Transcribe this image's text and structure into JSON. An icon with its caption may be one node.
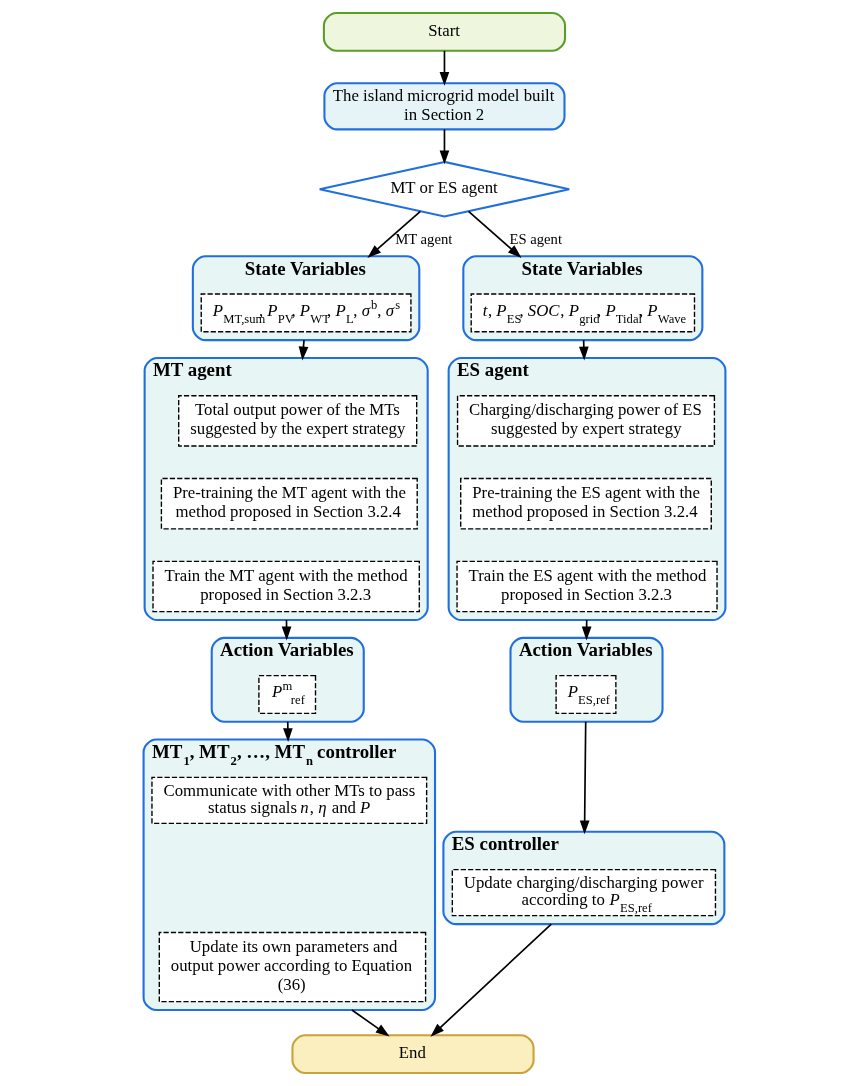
{
  "diagram": {
    "nodes": [
      {
        "text": [
          "Start"
        ]
      },
      {
        "text": [
          "The island microgrid model built in Section 2"
        ]
      },
      {
        "text": [
          "MT or ES agent"
        ]
      },
      {
        "text": [
          "State Variables"
        ]
      },
      {
        "text": [
          "*P*$_{MT,sum}$, *P*$_{PV}$, *P*$_{WT}$, *P*$_{L}$, *σ*$^{b}$, *σ*$^{s}$"
        ],
        "in": 3
      },
      {
        "text": [
          "State Variables"
        ]
      },
      {
        "text": [
          "*t*, *P*$_{ES}$, *SOC*, *P*$_{grid}$, *P*$_{Tidal}$, *P*$_{Wave}$"
        ],
        "in": 5
      },
      {
        "text": [
          "MT agent"
        ]
      },
      {
        "text": [
          "Total output power of the MTs suggested by the expert strategy"
        ],
        "in": 7
      },
      {
        "text": [
          "Pre-training the MT agent with the method proposed in Section 3.2.4"
        ],
        "in": 7
      },
      {
        "text": [
          "Train the MT agent with the method proposed in Section 3.2.3"
        ],
        "in": 7
      },
      {
        "text": [
          "ES agent"
        ]
      },
      {
        "text": [
          "Charging/discharging power of ES suggested by expert strategy"
        ],
        "in": 11
      },
      {
        "text": [
          "Pre-training the ES agent with the method proposed in Section 3.2.4"
        ],
        "in": 11
      },
      {
        "text": [
          "Train the ES agent with the method proposed in Section 3.2.3"
        ],
        "in": 11
      },
      {
        "text": [
          "Action Variables"
        ]
      },
      {
        "text": [
          "*P*$^{m}$$_{ref}$"
        ],
        "in": 15
      },
      {
        "text": [
          "Action Variables"
        ]
      },
      {
        "text": [
          "*P*$_{ES,ref}$"
        ],
        "in": 17
      },
      {
        "text": [
          "MT$_{1}$, MT$_{2}$, …, MT$_{n}$ controller"
        ]
      },
      {
        "text": [
          "Communicate with other MTs to pass status signals *n*, *η* and *P*"
        ],
        "in": 19
      },
      {
        "text": [
          "Update its own parameters and output power according to Equation (36)"
        ],
        "in": 19
      },
      {
        "text": [
          "ES controller"
        ]
      },
      {
        "text": [
          "Update charging/discharging power according to *P*$_{ES,ref}$"
        ],
        "in": 22
      },
      {
        "text": [
          "End"
        ]
      }
    ],
    "edges": [
      {
        "from": 0,
        "to": 1,
        "arrow": "to"
      },
      {
        "from": 1,
        "to": 2,
        "arrow": "to"
      },
      {
        "from": 2,
        "to": 3,
        "arrow": "to",
        "label": "MT agent"
      },
      {
        "from": 2,
        "to": 5,
        "arrow": "to",
        "label": "ES agent"
      },
      {
        "from": 3,
        "to": 7,
        "arrow": "to"
      },
      {
        "from": 5,
        "to": 11,
        "arrow": "to"
      },
      {
        "from": 7,
        "to": 15,
        "arrow": "to"
      },
      {
        "from": 11,
        "to": 17,
        "arrow": "to"
      },
      {
        "from": 15,
        "to": 19,
        "arrow": "to"
      },
      {
        "from": 17,
        "to": 22,
        "arrow": "to"
      },
      {
        "from": 19,
        "to": 24,
        "arrow": "to"
      },
      {
        "from": 22,
        "to": 24,
        "arrow": "to"
      }
    ]
  }
}
